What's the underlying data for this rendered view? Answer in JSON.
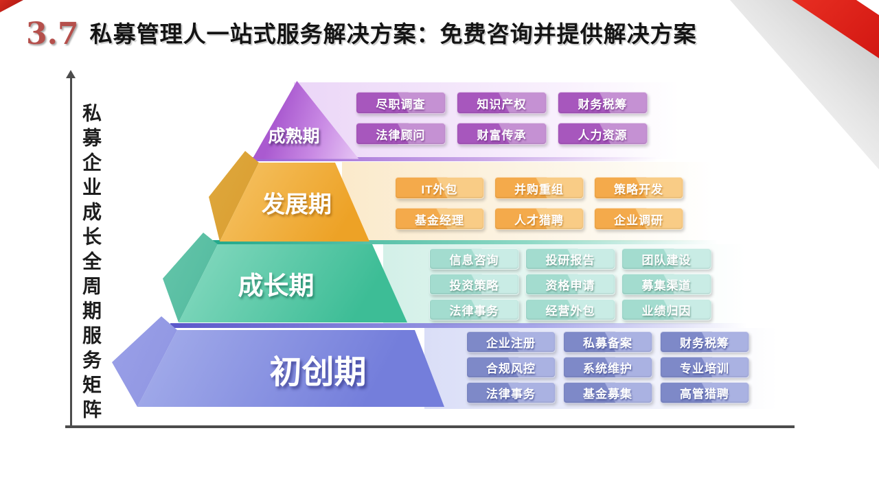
{
  "slide": {
    "section_number": "3.7",
    "title": "私募管理人一站式服务解决方案：免费咨询并提供解决方案",
    "axis_label": "私募企业成长全周期服务矩阵"
  },
  "pyramid": {
    "levels": [
      {
        "id": "mature",
        "label": "成熟期",
        "tags": [
          "尽职调查",
          "知识产权",
          "财务税筹",
          "法律顾问",
          "财富传承",
          "人力资源"
        ]
      },
      {
        "id": "develop",
        "label": "发展期",
        "tags": [
          "IT外包",
          "并购重组",
          "策略开发",
          "基金经理",
          "人才猎聘",
          "企业调研"
        ]
      },
      {
        "id": "growth",
        "label": "成长期",
        "tags": [
          "信息咨询",
          "投研报告",
          "团队建设",
          "投资策略",
          "资格申请",
          "募集渠道",
          "法律事务",
          "经营外包",
          "业绩归因"
        ]
      },
      {
        "id": "startup",
        "label": "初创期",
        "tags": [
          "企业注册",
          "私募备案",
          "财务税筹",
          "合规风控",
          "系统维护",
          "专业培训",
          "法律事务",
          "基金募集",
          "高管猎聘"
        ]
      }
    ]
  },
  "colors": {
    "accent-red": "#b5504c",
    "axis-gray": "#4c4c4c",
    "l1-side": "#9e4ec6",
    "l1-tag": "#a757bd",
    "l1-taghi": "#c591d3",
    "l1-band": "#ebd6f7",
    "l1-band2": "#f9f1fd",
    "l1-strip": "#9a62d4",
    "l2-side": "#cf8f1f",
    "l2-face1": "#f6c569",
    "l2-face2": "#eda226",
    "l2-tag": "#f4aa4b",
    "l2-taghi": "#f9cc86",
    "l2-band": "#fbeacb",
    "l2-band2": "#fdf8ee",
    "l3-side": "#28a183",
    "l3-face1": "#8ddcc4",
    "l3-face2": "#3dbd96",
    "l3-tag": "#a3dccf",
    "l3-taghi": "#c9ece5",
    "l3-band": "#d3f0e8",
    "l3-band2": "#f1faf7",
    "l3-strip": "#21a88a",
    "l4-side": "#7076d2",
    "l4-face1": "#aab3ec",
    "l4-face2": "#747edb",
    "l4-tag": "#7e89c8",
    "l4-taghi": "#aab2e2",
    "l4-band": "#dadef7",
    "l4-band2": "#f2f3fc",
    "l4-strip": "#5b58ca"
  }
}
